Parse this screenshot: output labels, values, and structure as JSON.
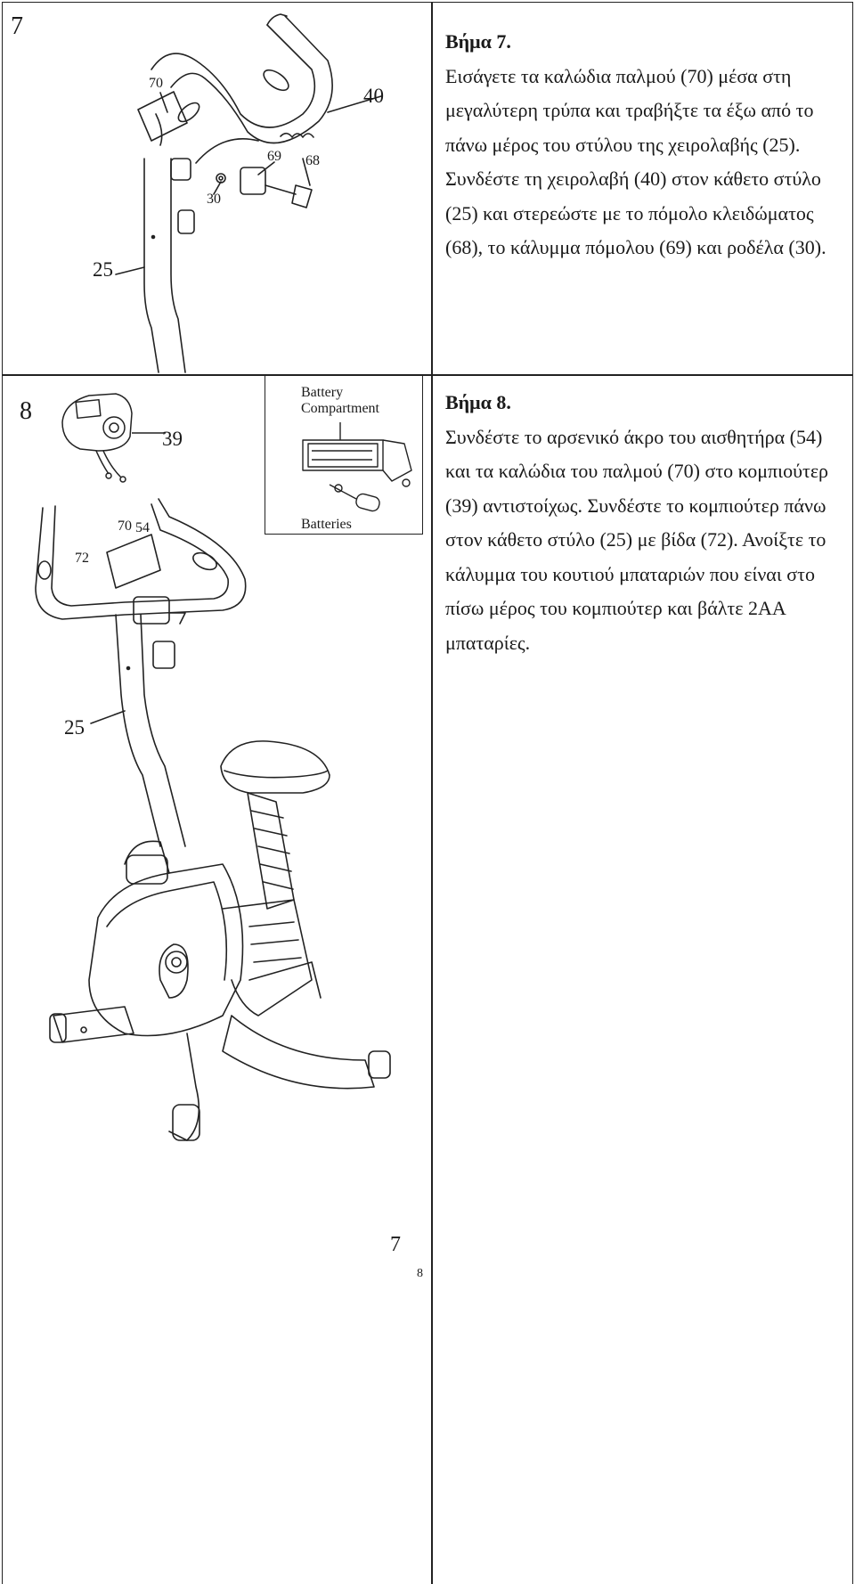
{
  "step7": {
    "number": "7",
    "title": "Βήμα 7.",
    "body": "Εισάγετε τα καλώδια παλμού (70) μέσα στη μεγαλύτερη τρύπα και τραβήξτε τα έξω από το πάνω μέρος του στύλου της χειρολαβής (25). Συνδέστε τη χειρολαβή (40) στον κάθετο στύλο (25) και στερεώστε με το πόμολο κλειδώματος (68), το κάλυμμα πόμολου (69) και ροδέλα (30).",
    "callouts": {
      "c70": "70",
      "c40": "40",
      "c69": "69",
      "c68": "68",
      "c30": "30",
      "c25": "25"
    }
  },
  "step8": {
    "number": "8",
    "title": "Βήμα 8.",
    "body": "Συνδέστε το αρσενικό άκρο του αισθητήρα (54) και τα καλώδια του παλμού (70) στο κομπιούτερ (39) αντιστοίχως. Συνδέστε το κομπιούτερ πάνω στον κάθετο στύλο (25) με βίδα (72). Ανοίξτε το κάλυμμα του κουτιού μπαταριών που είναι στο πίσω μέρος του κομπιούτερ και βάλτε 2AA μπαταρίες.",
    "callouts": {
      "c39": "39",
      "c70": "70",
      "c54": "54",
      "c72": "72",
      "c25": "25"
    },
    "battery_compartment_label_line1": "Battery",
    "battery_compartment_label_line2": "Compartment",
    "batteries_label": "Batteries"
  },
  "footer": {
    "page_number": "7",
    "page_number_small": "8"
  }
}
